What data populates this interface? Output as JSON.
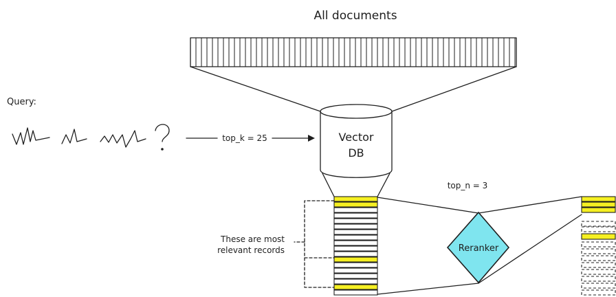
{
  "title": "All documents",
  "query": {
    "label": "Query:",
    "scribble_icon": "handwritten-query-scribble"
  },
  "edge_top_k": "top_k = 25",
  "vector_db": {
    "line1": "Vector",
    "line2": "DB",
    "icon": "cylinder-database-icon"
  },
  "edge_top_n": "top_n = 3",
  "reranker": {
    "label": "Reranker",
    "color": "#7fe5ef"
  },
  "annotation": {
    "line1": "These are most",
    "line2": "relevant records"
  },
  "colors": {
    "highlight": "#f5ef22",
    "ink": "#1e1e1e"
  }
}
